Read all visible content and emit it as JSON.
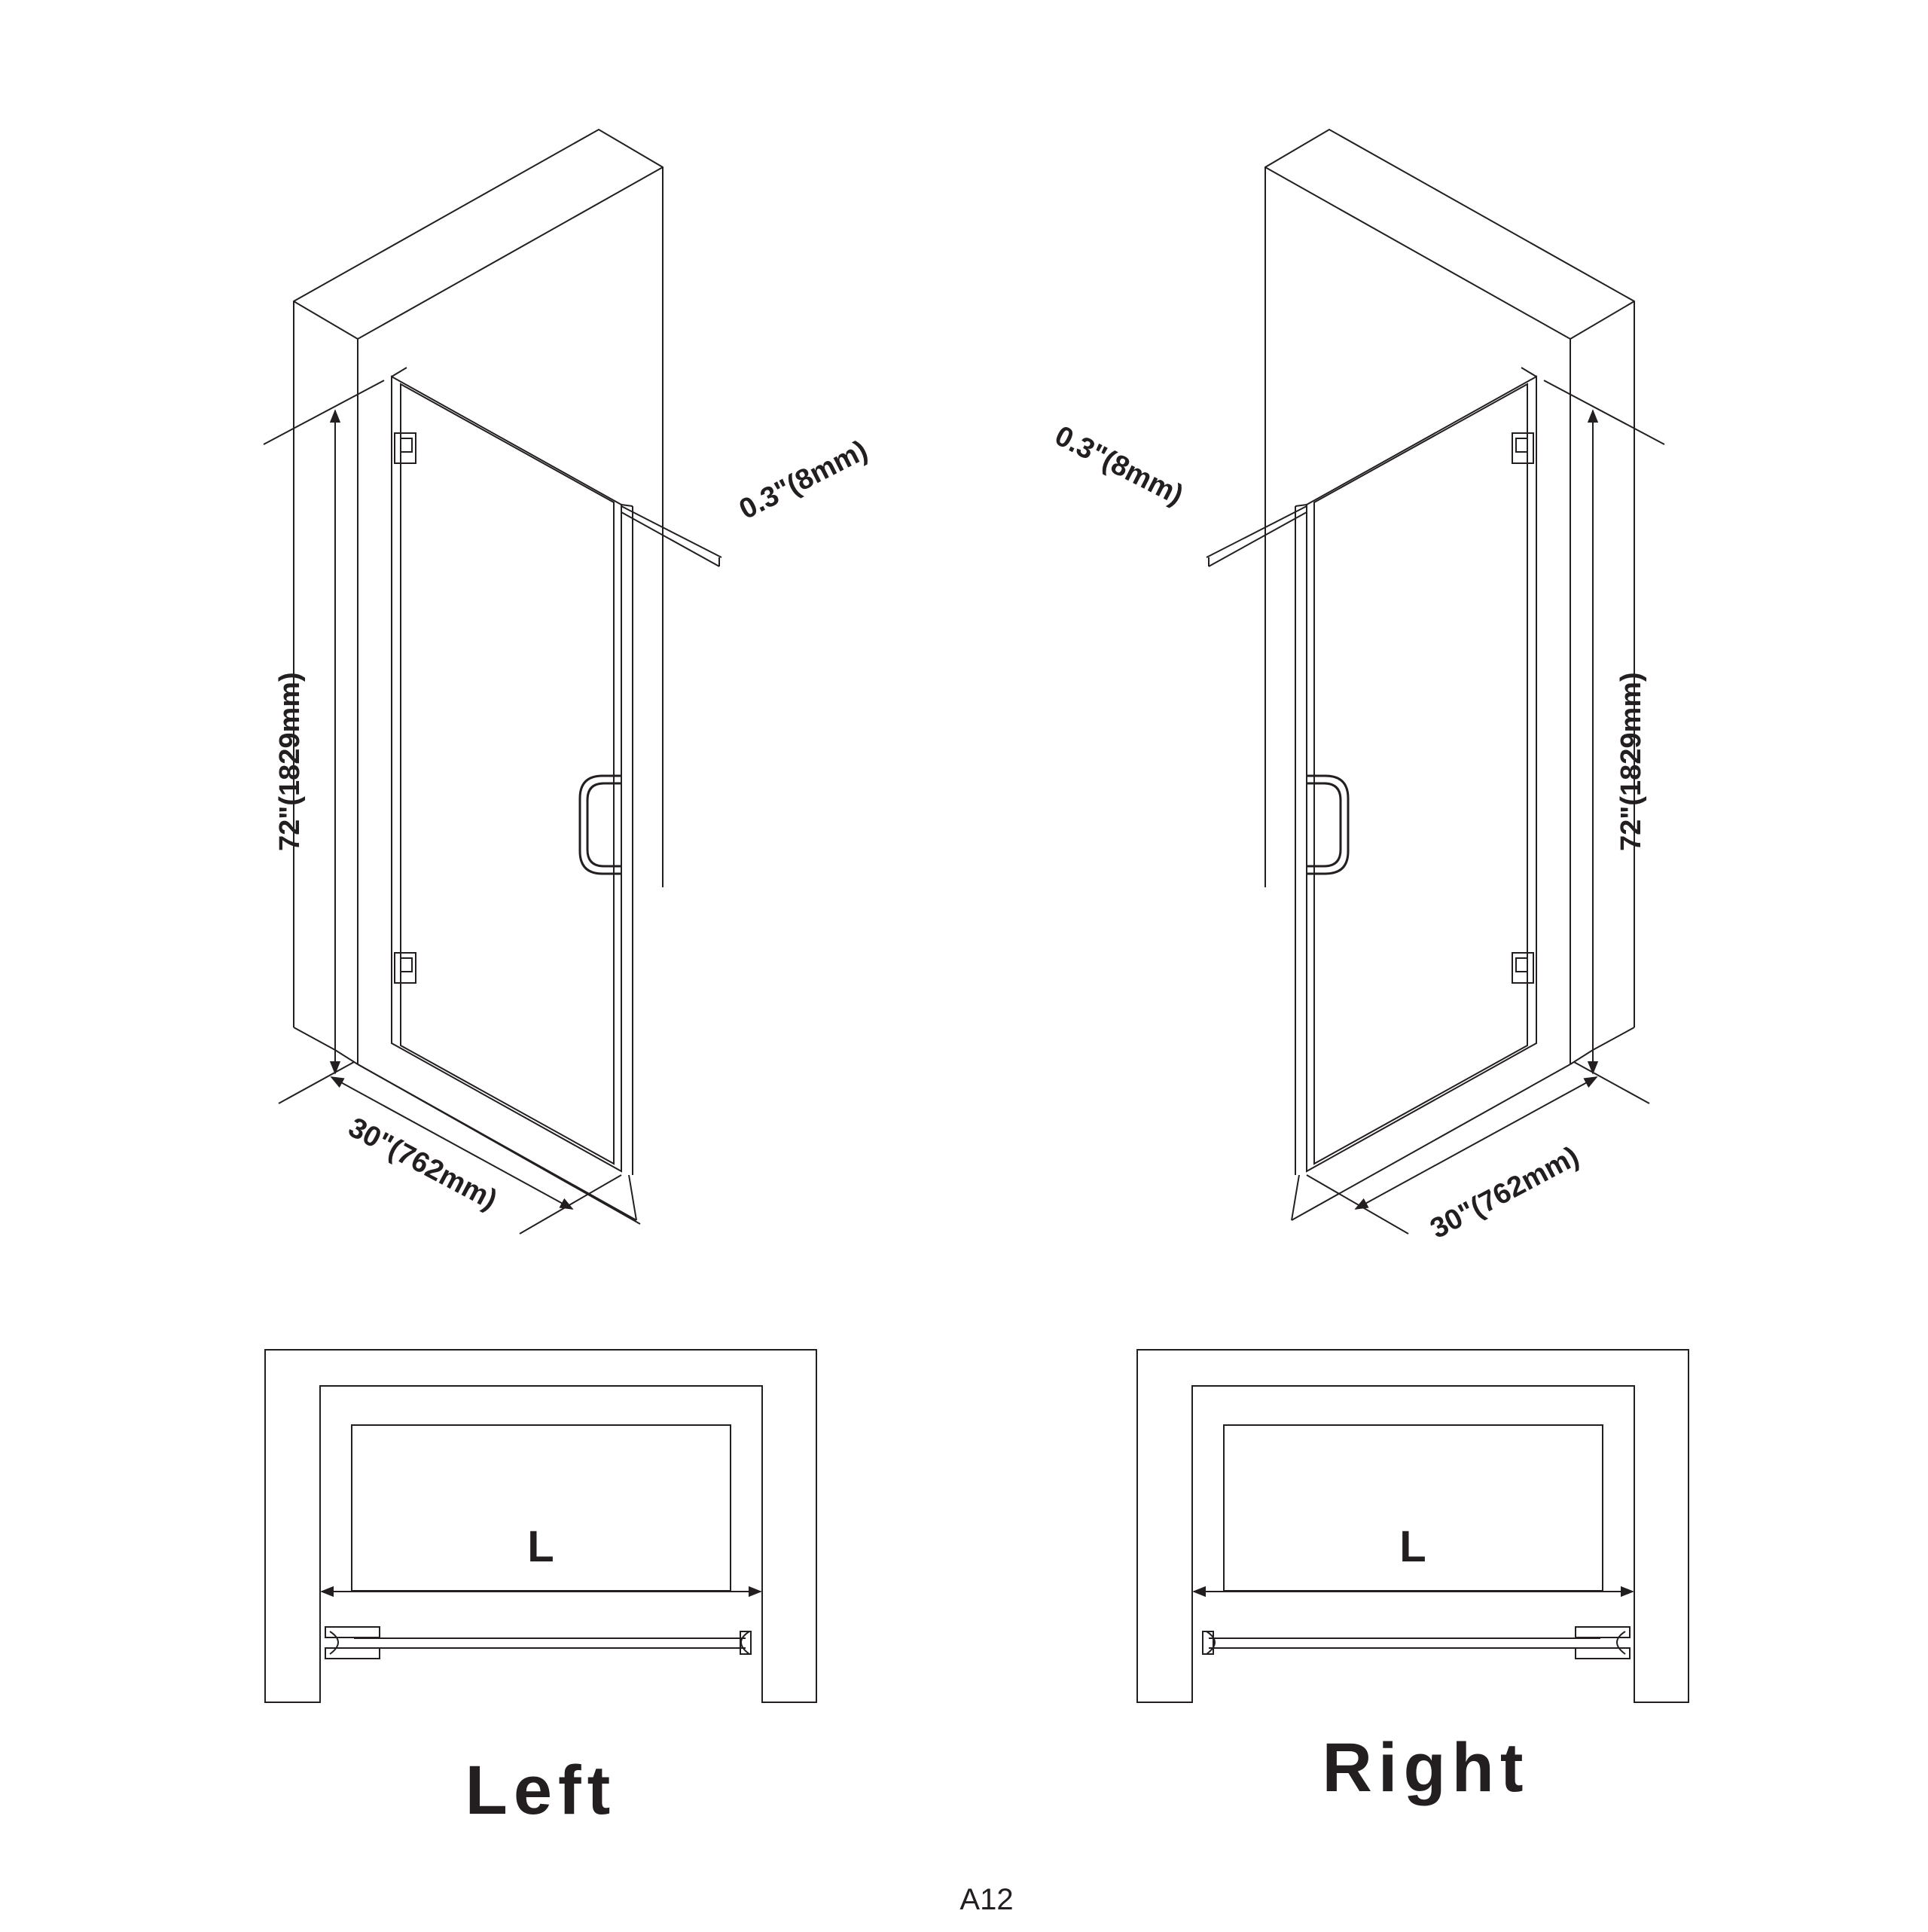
{
  "dims": {
    "glass": "0.3\"(8mm)",
    "height": "72\"(1829mm)",
    "width": "30\"(762mm)"
  },
  "views": {
    "left_title": "Left",
    "right_title": "Right",
    "length_label": "L"
  },
  "code": "A12",
  "colors": {
    "ink": "#231f20"
  }
}
